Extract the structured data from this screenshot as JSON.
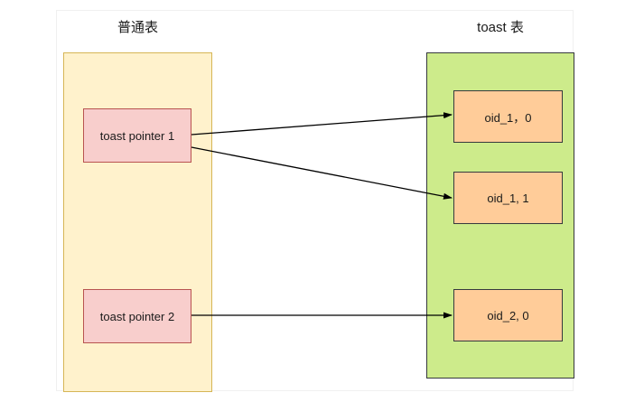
{
  "diagram": {
    "columns": {
      "left": {
        "title": "普通表",
        "nodes": [
          {
            "label": "toast pointer 1"
          },
          {
            "label": "toast pointer 2"
          }
        ]
      },
      "right": {
        "title": "toast 表",
        "nodes": [
          {
            "label": "oid_1，0"
          },
          {
            "label": "oid_1, 1"
          },
          {
            "label": "oid_2, 0"
          }
        ]
      }
    },
    "edges": [
      {
        "name": "pointer1-to-oid_1_0",
        "from": "toast pointer 1",
        "to": "oid_1，0"
      },
      {
        "name": "pointer1-to-oid_1_1",
        "from": "toast pointer 1",
        "to": "oid_1, 1"
      },
      {
        "name": "pointer2-to-oid_2_0",
        "from": "toast pointer 2",
        "to": "oid_2, 0"
      }
    ],
    "colors": {
      "plain_table_fill": "#fff2cc",
      "plain_table_stroke": "#d6b656",
      "toast_table_fill": "#cdeb8b",
      "toast_table_stroke": "#36393d",
      "pointer_fill": "#f8cecc",
      "pointer_stroke": "#b85450",
      "toast_chunk_fill": "#ffcc99",
      "toast_chunk_stroke": "#36393d",
      "edge_stroke": "#000000",
      "panel_border": "#f0f0f0",
      "background": "#ffffff"
    }
  }
}
